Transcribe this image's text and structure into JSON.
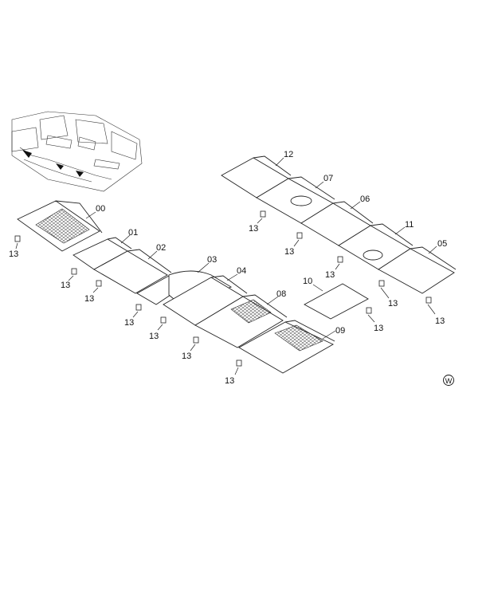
{
  "diagram": {
    "part_labels": [
      {
        "id": "00",
        "text": "00"
      },
      {
        "id": "01",
        "text": "01"
      },
      {
        "id": "02",
        "text": "02"
      },
      {
        "id": "03",
        "text": "03"
      },
      {
        "id": "04",
        "text": "04"
      },
      {
        "id": "05",
        "text": "05"
      },
      {
        "id": "06",
        "text": "06"
      },
      {
        "id": "07",
        "text": "07"
      },
      {
        "id": "08",
        "text": "08"
      },
      {
        "id": "09",
        "text": "09"
      },
      {
        "id": "10",
        "text": "10"
      },
      {
        "id": "11",
        "text": "11"
      },
      {
        "id": "12",
        "text": "12"
      }
    ],
    "fastener_label": "13",
    "mark": "W"
  }
}
